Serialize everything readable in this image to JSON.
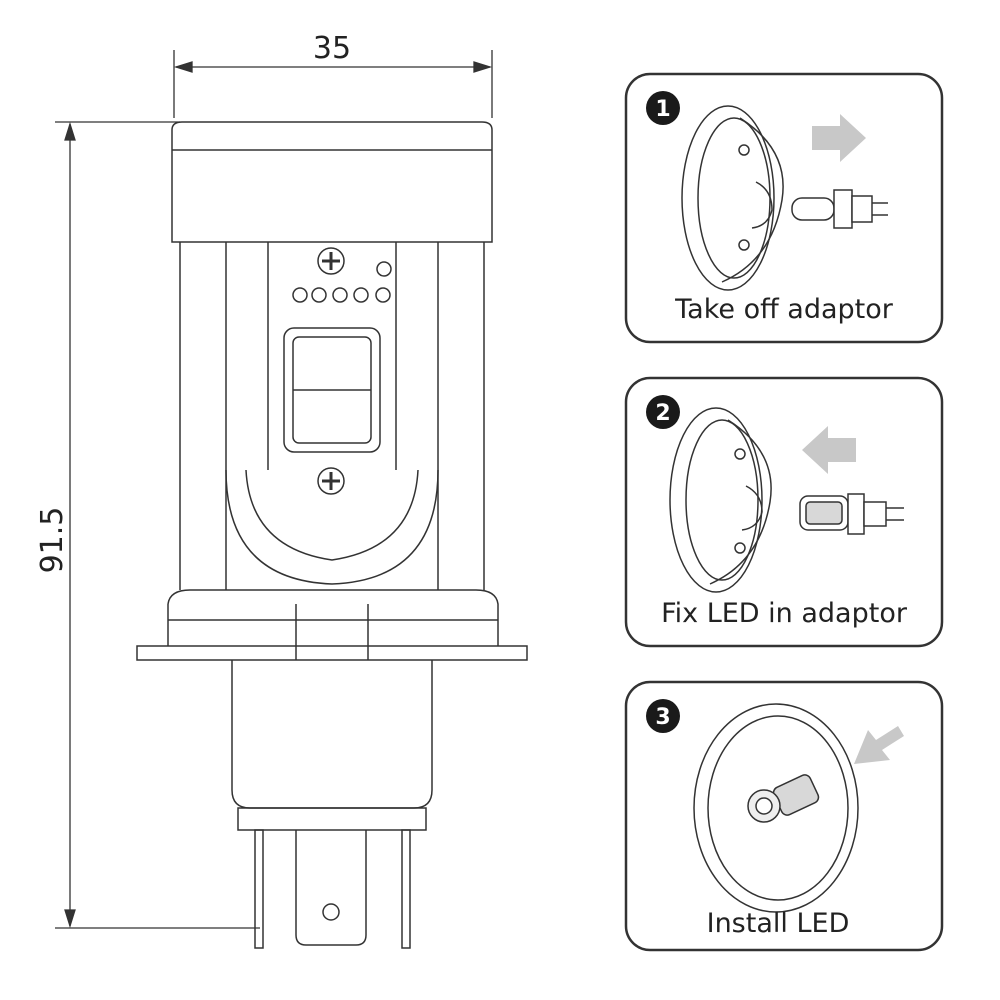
{
  "dimensions": {
    "width": "35",
    "height": "91.5"
  },
  "steps": [
    {
      "number": "1",
      "caption": "Take off adaptor"
    },
    {
      "number": "2",
      "caption": "Fix LED in adaptor"
    },
    {
      "number": "3",
      "caption": "Install LED"
    }
  ],
  "colors": {
    "line": "#333333",
    "arrow": "#c8c8c8",
    "badge": "#1a1a1a"
  }
}
